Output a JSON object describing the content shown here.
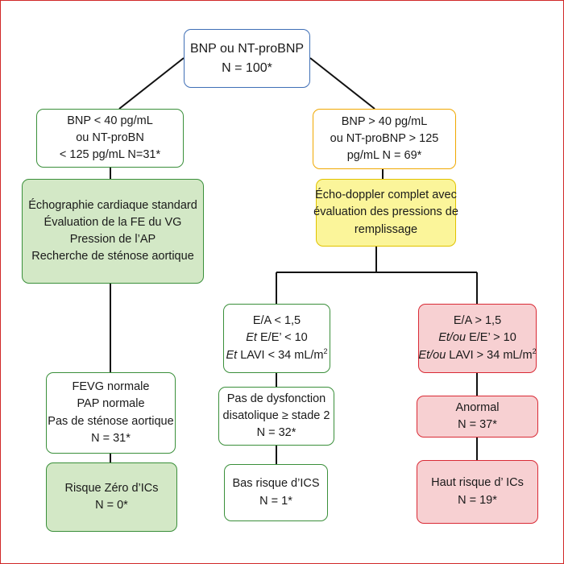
{
  "top": {
    "line1": "BNP ou NT-proBNP",
    "line2": "N = 100*"
  },
  "left_branch": {
    "threshold": {
      "line1": "BNP < 40 pg/mL",
      "line2": "ou NT-proBN",
      "line3": "< 125 pg/mL N=31*"
    },
    "exam": {
      "line1": "Échographie cardiaque standard",
      "line2": "Évaluation de la FE du VG",
      "line3": "Pression de l’AP",
      "line4": "Recherche de sténose aortique"
    },
    "result": {
      "line1": "FEVG normale",
      "line2": "PAP normale",
      "line3": "Pas de sténose aortique",
      "line4": "N = 31*"
    },
    "risk": {
      "line1": "Risque Zéro d’ICs",
      "line2": "N = 0*"
    }
  },
  "right_branch": {
    "threshold": {
      "line1": "BNP > 40 pg/mL",
      "line2": "ou NT-proBNP > 125",
      "line3": "pg/mL N = 69*"
    },
    "exam": {
      "line1": "Écho-doppler complet avec",
      "line2": "évaluation des pressions de",
      "line3": "remplissage"
    }
  },
  "normal_path": {
    "criteria": {
      "line1": "E/A < 1,5",
      "line2_prefix": "Et",
      "line2_rest": " E/E’ < 10",
      "line3_prefix": "Et",
      "line3_rest": " LAVI < 34 mL/m",
      "line3_sup": "2"
    },
    "result": {
      "line1": "Pas de dysfonction",
      "line2": "disatolique ≥ stade 2",
      "line3": "N = 32*"
    },
    "risk": {
      "line1": "Bas risque d’ICS",
      "line2": "N = 1*"
    }
  },
  "abnormal_path": {
    "criteria": {
      "line1": "E/A > 1,5",
      "line2_prefix": "Et/ou",
      "line2_rest": " E/E’ > 10",
      "line3_prefix": "Et/ou",
      "line3_rest": " LAVI > 34 mL/m",
      "line3_sup": "2"
    },
    "result": {
      "line1": "Anormal",
      "line2": "N = 37*"
    },
    "risk": {
      "line1": "Haut risque d’ ICs",
      "line2": "N = 19*"
    }
  }
}
